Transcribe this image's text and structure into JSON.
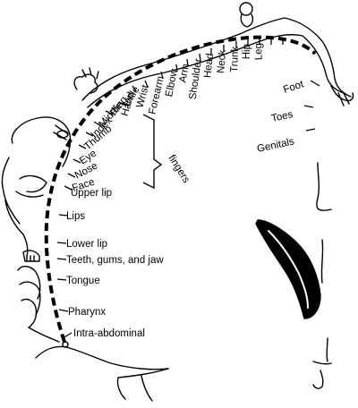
{
  "labels": {
    "little": "Little",
    "ring": "Ring",
    "middle": "Middle",
    "index": "Index",
    "thumb": "Thumb",
    "eye": "Eye",
    "nose": "Nose",
    "face": "Face",
    "hand": "Hand",
    "wrist": "Wrist",
    "forearm": "Forearm",
    "elbow": "Elbow",
    "arm": "Arm",
    "shoulder": "Shoulder",
    "head": "Head",
    "neck": "Neck",
    "trunk": "Trunk",
    "hip": "Hip",
    "leg": "Leg",
    "foot": "Foot",
    "toes": "Toes",
    "genitals": "Genitals",
    "fingers": "fingers",
    "upper_lip": "Upper lip",
    "lips": "Lips",
    "lower_lip": "Lower lip",
    "teeth": "Teeth, gums, and jaw",
    "tongue": "Tongue",
    "pharynx": "Pharynx",
    "intra_abdominal": "Intra-abdominal"
  }
}
